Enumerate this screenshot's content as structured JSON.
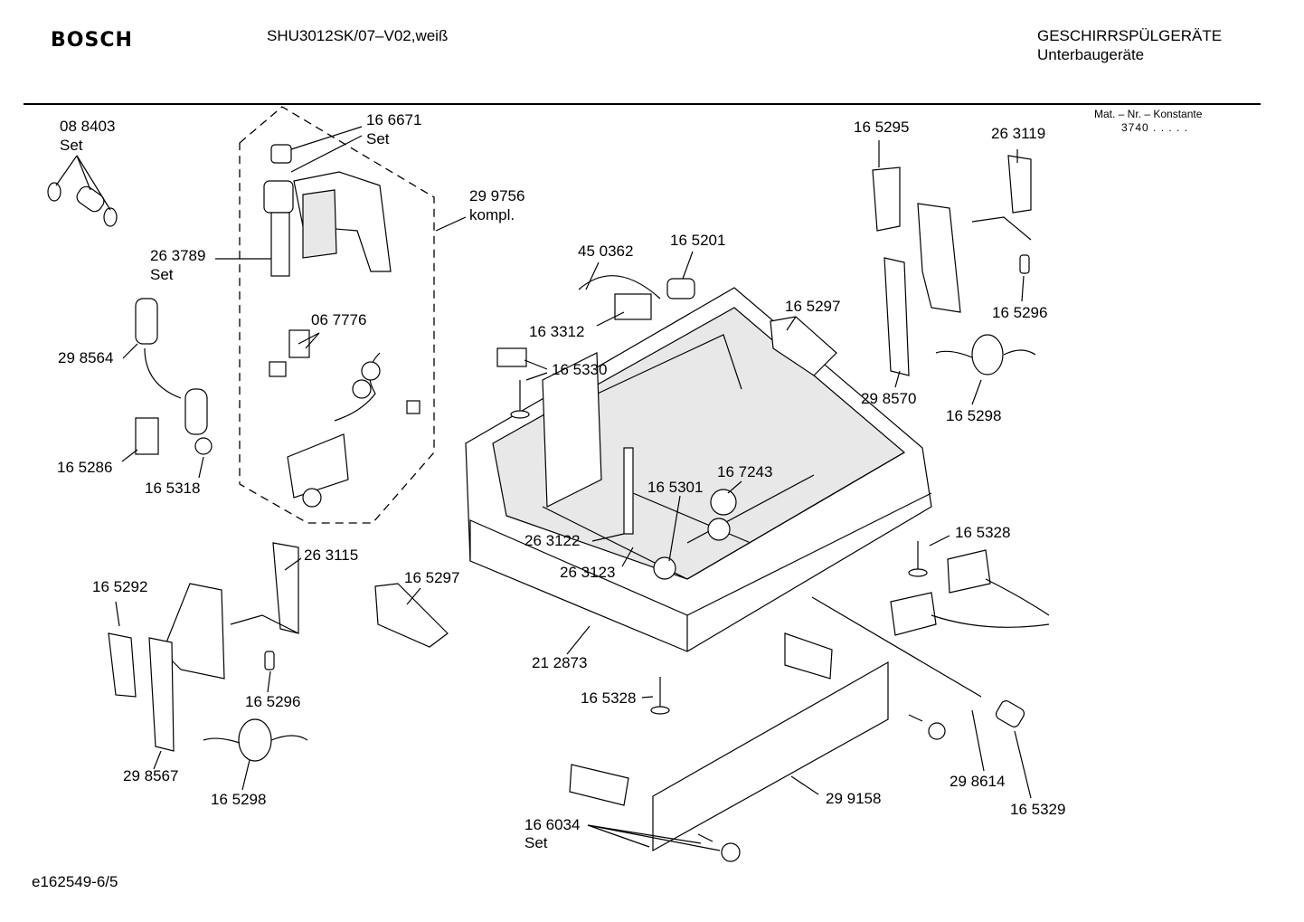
{
  "header": {
    "brand": "BOSCH",
    "model": "SHU3012SK/07–V02,weiß",
    "category": "GESCHIRRSPÜLGERÄTE",
    "subcategory": "Unterbaugeräte",
    "mat_nr_label": "Mat. – Nr. – Konstante",
    "mat_nr_value": "3740  .  .  .  .  ."
  },
  "footer": {
    "drawing_id": "e162549-6/5"
  },
  "parts": [
    {
      "id": "p01",
      "number": "08 8403",
      "note": "Set"
    },
    {
      "id": "p02",
      "number": "16 6671",
      "note": "Set"
    },
    {
      "id": "p03",
      "number": "29 9756",
      "note": "kompl."
    },
    {
      "id": "p04",
      "number": "26 3789",
      "note": "Set"
    },
    {
      "id": "p05",
      "number": "06 7776",
      "note": ""
    },
    {
      "id": "p06",
      "number": "29 8564",
      "note": ""
    },
    {
      "id": "p07",
      "number": "16 5286",
      "note": ""
    },
    {
      "id": "p08",
      "number": "16 5318",
      "note": ""
    },
    {
      "id": "p09",
      "number": "45 0362",
      "note": ""
    },
    {
      "id": "p10",
      "number": "16 5201",
      "note": ""
    },
    {
      "id": "p11",
      "number": "16 3312",
      "note": ""
    },
    {
      "id": "p12",
      "number": "16 5297",
      "note": ""
    },
    {
      "id": "p13",
      "number": "16 5330",
      "note": ""
    },
    {
      "id": "p14",
      "number": "16 5295",
      "note": ""
    },
    {
      "id": "p15",
      "number": "26 3119",
      "note": ""
    },
    {
      "id": "p16",
      "number": "16 5296",
      "note": ""
    },
    {
      "id": "p17",
      "number": "29 8570",
      "note": ""
    },
    {
      "id": "p18",
      "number": "16 5298",
      "note": ""
    },
    {
      "id": "p19",
      "number": "16 7243",
      "note": ""
    },
    {
      "id": "p20",
      "number": "16 5301",
      "note": ""
    },
    {
      "id": "p21",
      "number": "26 3122",
      "note": ""
    },
    {
      "id": "p22",
      "number": "26 3123",
      "note": ""
    },
    {
      "id": "p23",
      "number": "26 3115",
      "note": ""
    },
    {
      "id": "p24",
      "number": "16 5292",
      "note": ""
    },
    {
      "id": "p25",
      "number": "16 5297",
      "note": ""
    },
    {
      "id": "p26",
      "number": "16 5296",
      "note": ""
    },
    {
      "id": "p27",
      "number": "29 8567",
      "note": ""
    },
    {
      "id": "p28",
      "number": "16 5298",
      "note": ""
    },
    {
      "id": "p29",
      "number": "21 2873",
      "note": ""
    },
    {
      "id": "p30",
      "number": "16 5328",
      "note": ""
    },
    {
      "id": "p31",
      "number": "16 5328",
      "note": ""
    },
    {
      "id": "p32",
      "number": "29 9158",
      "note": ""
    },
    {
      "id": "p33",
      "number": "16 6034",
      "note": "Set"
    },
    {
      "id": "p34",
      "number": "29 8614",
      "note": ""
    },
    {
      "id": "p35",
      "number": "16 5329",
      "note": ""
    }
  ]
}
